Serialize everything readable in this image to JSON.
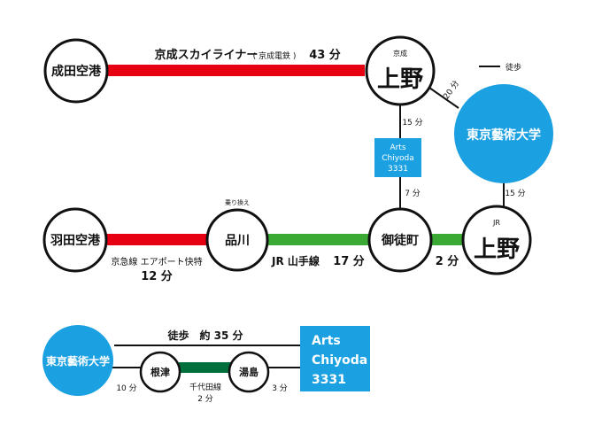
{
  "colors": {
    "keisei": "#e60012",
    "keikyu": "#e60012",
    "jr_yamanote": "#3aaa35",
    "chiyoda": "#006f3b",
    "walk": "#111111",
    "university": "#1ba0e1",
    "arts": "#1ba0e1"
  },
  "legend": {
    "walk_label": "徒歩"
  },
  "stations": {
    "narita": "成田空港",
    "haneda": "羽田空港",
    "keisei_ueno_small": "京成",
    "keisei_ueno": "上野",
    "shinagawa_small": "乗り換え",
    "shinagawa": "品川",
    "okachimachi": "御徒町",
    "jr_ueno_small": "JR",
    "jr_ueno": "上野",
    "nezu": "根津",
    "yushima": "湯島"
  },
  "university": {
    "top": "東京藝術大学",
    "bottom": "東京藝術大学"
  },
  "arts_small": {
    "line1": "Arts",
    "line2": "Chiyoda",
    "line3": "3331"
  },
  "arts_large": {
    "line1": "Arts",
    "line2": "Chiyoda",
    "line3": "3331"
  },
  "routes": {
    "keisei_line": "京成スカイライナー",
    "keisei_company": "( 京成電鉄 )",
    "keisei_time": "43 分",
    "ueno_walk_time": "20 分",
    "ueno_to_arts": "15 分",
    "arts_to_okachimachi": "7 分",
    "univ_to_jr_ueno": "15 分",
    "keikyu_line": "京急線 エアポート快特",
    "keikyu_time": "12 分",
    "jr_line": "JR 山手線",
    "jr_time": "17 分",
    "okachimachi_to_ueno": "2 分",
    "walk_route": "徒歩　約 35 分",
    "univ_to_nezu": "10 分",
    "chiyoda_line": "千代田線",
    "chiyoda_time": "2 分",
    "yushima_to_arts": "3 分"
  }
}
